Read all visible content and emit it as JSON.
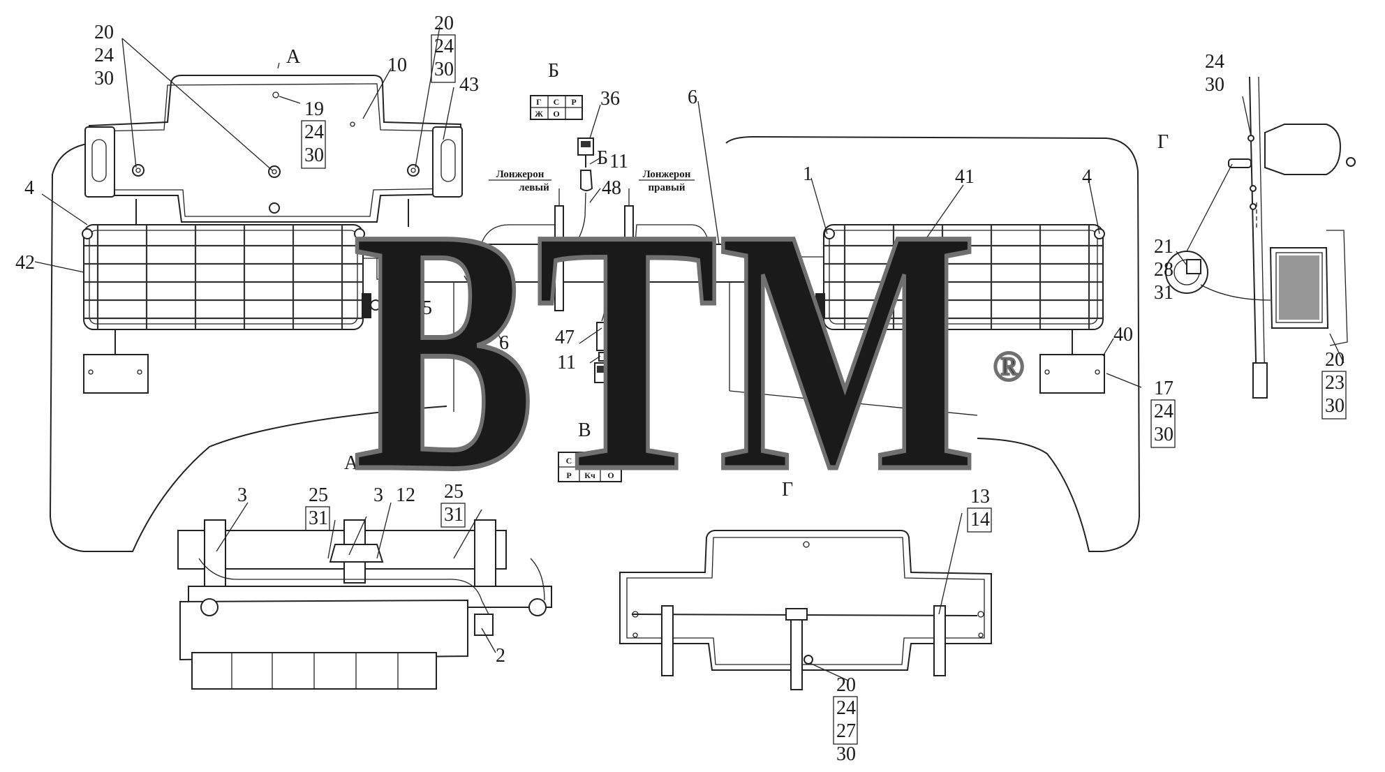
{
  "watermark": {
    "text": "BTM",
    "registered": "®"
  },
  "section_labels": {
    "a": "А",
    "b": "Б",
    "v": "В",
    "g": "Г"
  },
  "captions": {
    "left_rail": [
      "Лонжерон",
      "левый"
    ],
    "right_rail": [
      "Лонжерон",
      "правый"
    ]
  },
  "connector_b": [
    "Г",
    "С",
    "Р",
    "Ж",
    "О"
  ],
  "connector_v": [
    "С",
    "Ф",
    "Р",
    "Кч",
    "О"
  ],
  "callouts": {
    "c20_24_30_left": [
      "20",
      "24",
      "30"
    ],
    "c20_24_30_mid": [
      "20",
      "24",
      "30"
    ],
    "c19": [
      "19",
      "24",
      "30"
    ],
    "c10": "10",
    "c43": "43",
    "c4_left": "4",
    "c42": "42",
    "c21_left": [
      "21",
      "28",
      "31"
    ],
    "c5": "5",
    "c6_left": "6",
    "c36": "36",
    "c11_top": "11",
    "c48": "48",
    "c47": "47",
    "c11_bottom": "11",
    "c35": "35",
    "c6_right": "6",
    "c1": "1",
    "c41": "41",
    "c4_right": "4",
    "c40": "40",
    "c17": [
      "17",
      "24",
      "30"
    ],
    "c24_30_g": [
      "24",
      "30"
    ],
    "c21_g": [
      "21",
      "28",
      "31"
    ],
    "c20_23_30": [
      "20",
      "23",
      "30"
    ],
    "c3_left": "3",
    "c25_left": [
      "25",
      "31"
    ],
    "c3_mid": "3",
    "c12": "12",
    "c25_right": [
      "25",
      "31"
    ],
    "c2": "2",
    "c13": [
      "13",
      "14"
    ],
    "c20_24_27_30": [
      "20",
      "24",
      "27",
      "30"
    ]
  }
}
